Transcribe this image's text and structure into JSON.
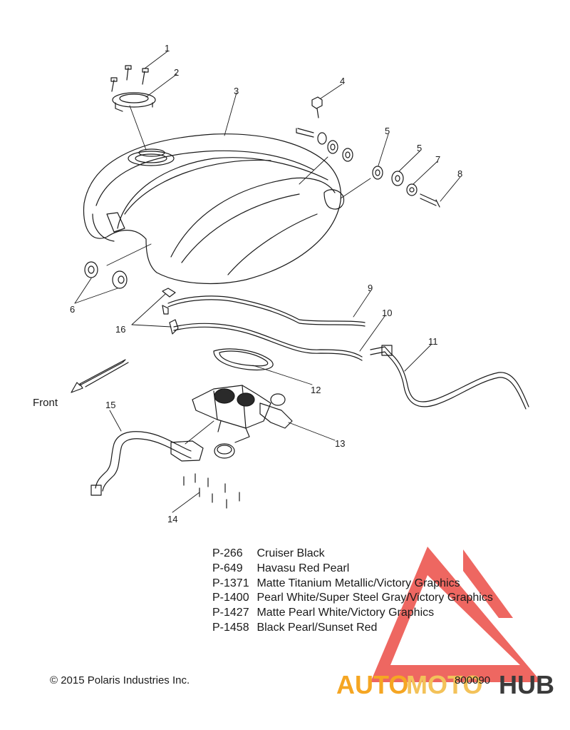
{
  "diagram": {
    "callouts": [
      "1",
      "2",
      "3",
      "4",
      "5",
      "5",
      "6",
      "7",
      "8",
      "9",
      "10",
      "11",
      "12",
      "13",
      "14",
      "15",
      "16"
    ],
    "front_label": "Front",
    "paint_options": [
      {
        "code": "P-266",
        "name": "Cruiser Black"
      },
      {
        "code": "P-649",
        "name": "Havasu Red Pearl"
      },
      {
        "code": "P-1371",
        "name": "Matte Titanium Metallic/Victory Graphics"
      },
      {
        "code": "P-1400",
        "name": "Pearl White/Super Steel Gray/Victory Graphics"
      },
      {
        "code": "P-1427",
        "name": "Matte Pearl White/Victory Graphics"
      },
      {
        "code": "P-1458",
        "name": "Black Pearl/Sunset Red"
      }
    ],
    "copyright": "© 2015 Polaris Industries Inc.",
    "diagram_id": "800090"
  },
  "watermark": {
    "left": "AUTO",
    "mid": "MOTO",
    "right": "HUB",
    "colors": {
      "triangle": "#e8342c",
      "left": "#f5a623",
      "mid": "#f3c25a",
      "right": "#3a3a3a"
    }
  }
}
